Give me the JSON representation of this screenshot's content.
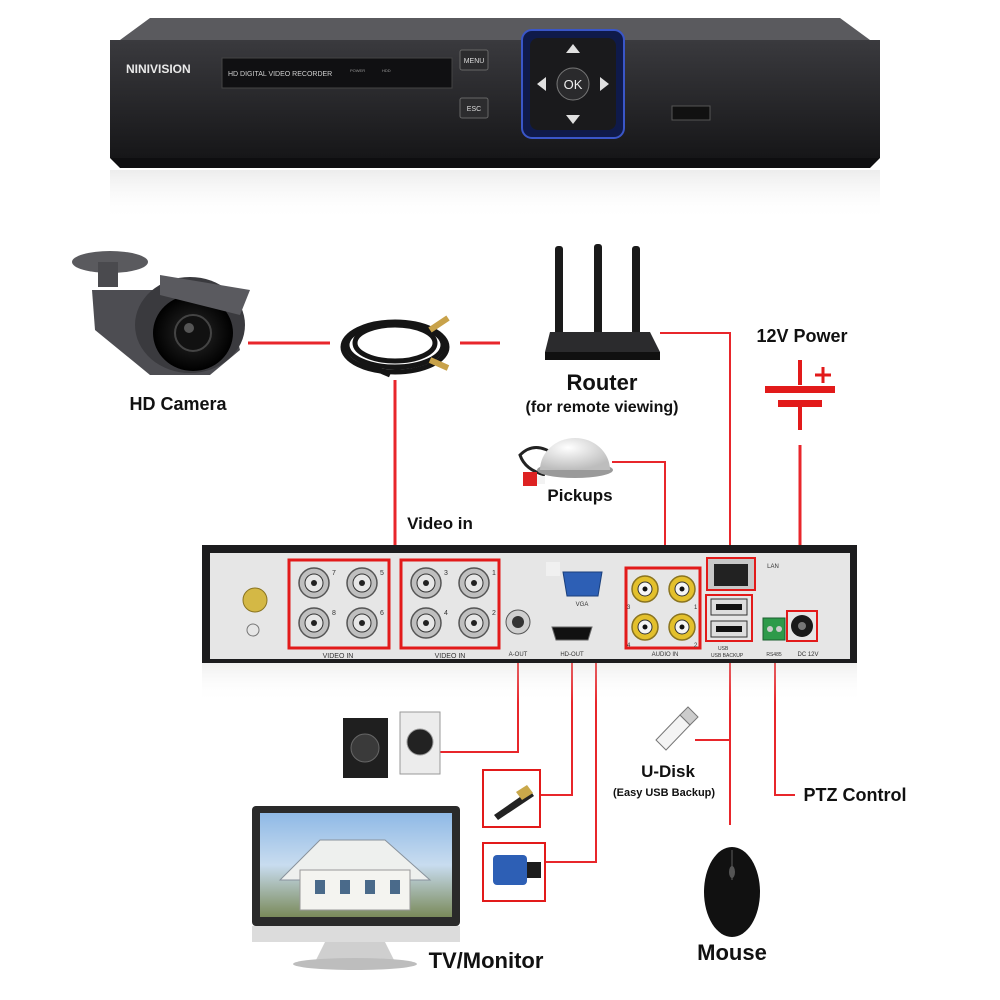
{
  "brand": "NINIVISION",
  "front_panel": {
    "model_text": "HD DIGITAL VIDEO RECORDER",
    "power_label": "POWER",
    "hdd_label": "HDD",
    "menu_button": "MENU",
    "esc_button": "ESC",
    "ok_button": "OK"
  },
  "rear_panel": {
    "video_in_label_a": "VIDEO IN",
    "video_in_label_b": "VIDEO IN",
    "video_ports_a": [
      "7",
      "5",
      "8",
      "6"
    ],
    "video_ports_b": [
      "3",
      "1",
      "4",
      "2"
    ],
    "audio_in_label": "AUDIO IN",
    "audio_ports": [
      "3",
      "1",
      "4",
      "2"
    ],
    "vga_label": "VGA",
    "hdmi_label": "HD-OUT",
    "aout_label": "A-OUT",
    "lan_label": "LAN",
    "usb_label": "USB",
    "usb_backup_label": "USB BACKUP",
    "rs485_label": "RS485",
    "dc_label": "DC 12V"
  },
  "labels": {
    "hd_camera": "HD Camera",
    "router": "Router",
    "router_sub": "(for remote viewing)",
    "power": "12V Power",
    "pickups": "Pickups",
    "video_in": "Video in",
    "udisk": "U-Disk",
    "udisk_sub": "(Easy USB Backup)",
    "ptz": "PTZ Control",
    "mouse": "Mouse",
    "tv_monitor": "TV/Monitor"
  },
  "colors": {
    "wire": "#e8262b",
    "highlight": "#e21a1a",
    "device_body": "#2a2a2c",
    "rear_plate": "#e4e4e4"
  }
}
